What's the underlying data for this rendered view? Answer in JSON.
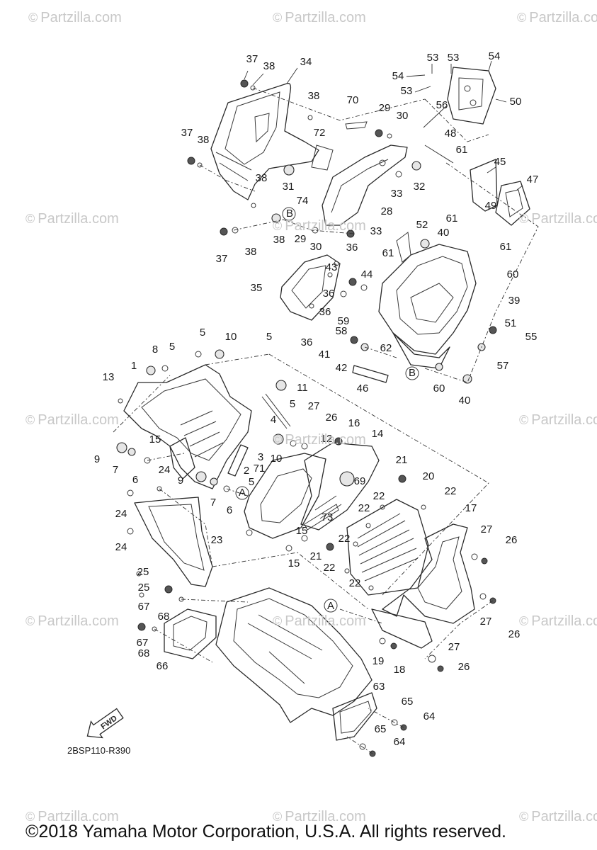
{
  "watermark_text": "Partzilla.com",
  "watermark_symbol": "©",
  "diagram_code": "2BSP110-R390",
  "fwd_label": "FWD",
  "copyright": "©2018 Yamaha Motor Corporation, U.S.A. All rights reserved.",
  "callouts": [
    "37",
    "38",
    "34",
    "53",
    "53",
    "54",
    "54",
    "53",
    "50",
    "38",
    "70",
    "29",
    "30",
    "56",
    "37",
    "38",
    "72",
    "48",
    "61",
    "31",
    "33",
    "32",
    "74",
    "28",
    "45",
    "47",
    "38",
    "B",
    "38",
    "29",
    "30",
    "33",
    "52",
    "40",
    "36",
    "49",
    "61",
    "61",
    "37",
    "38",
    "61",
    "43",
    "44",
    "35",
    "36",
    "36",
    "60",
    "39",
    "59",
    "58",
    "51",
    "55",
    "36",
    "41",
    "62",
    "42",
    "57",
    "B",
    "46",
    "60",
    "40",
    "5",
    "10",
    "5",
    "8",
    "5",
    "13",
    "1",
    "11",
    "5",
    "4",
    "27",
    "26",
    "16",
    "14",
    "12",
    "15",
    "9",
    "7",
    "6",
    "3",
    "10",
    "2",
    "5",
    "71",
    "69",
    "21",
    "20",
    "24",
    "9",
    "24",
    "7",
    "6",
    "A",
    "22",
    "22",
    "73",
    "22",
    "15",
    "22",
    "17",
    "24",
    "15",
    "21",
    "27",
    "26",
    "23",
    "22",
    "25",
    "25",
    "22",
    "67",
    "68",
    "A",
    "27",
    "26",
    "67",
    "68",
    "66",
    "19",
    "18",
    "27",
    "26",
    "63",
    "65",
    "64",
    "65",
    "64"
  ]
}
